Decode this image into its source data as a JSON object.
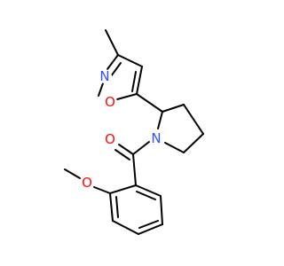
{
  "molecule": {
    "colors": {
      "bond": "#000000",
      "nitrogen": "#3050F8",
      "oxygen": "#FF0D0D",
      "background": "#FFFFFF"
    },
    "atom_labels": {
      "isoxazole_n": "N",
      "isoxazole_o": "O",
      "carbonyl_o": "O",
      "pyrrolidine_n": "N",
      "methoxy_o": "O"
    }
  }
}
